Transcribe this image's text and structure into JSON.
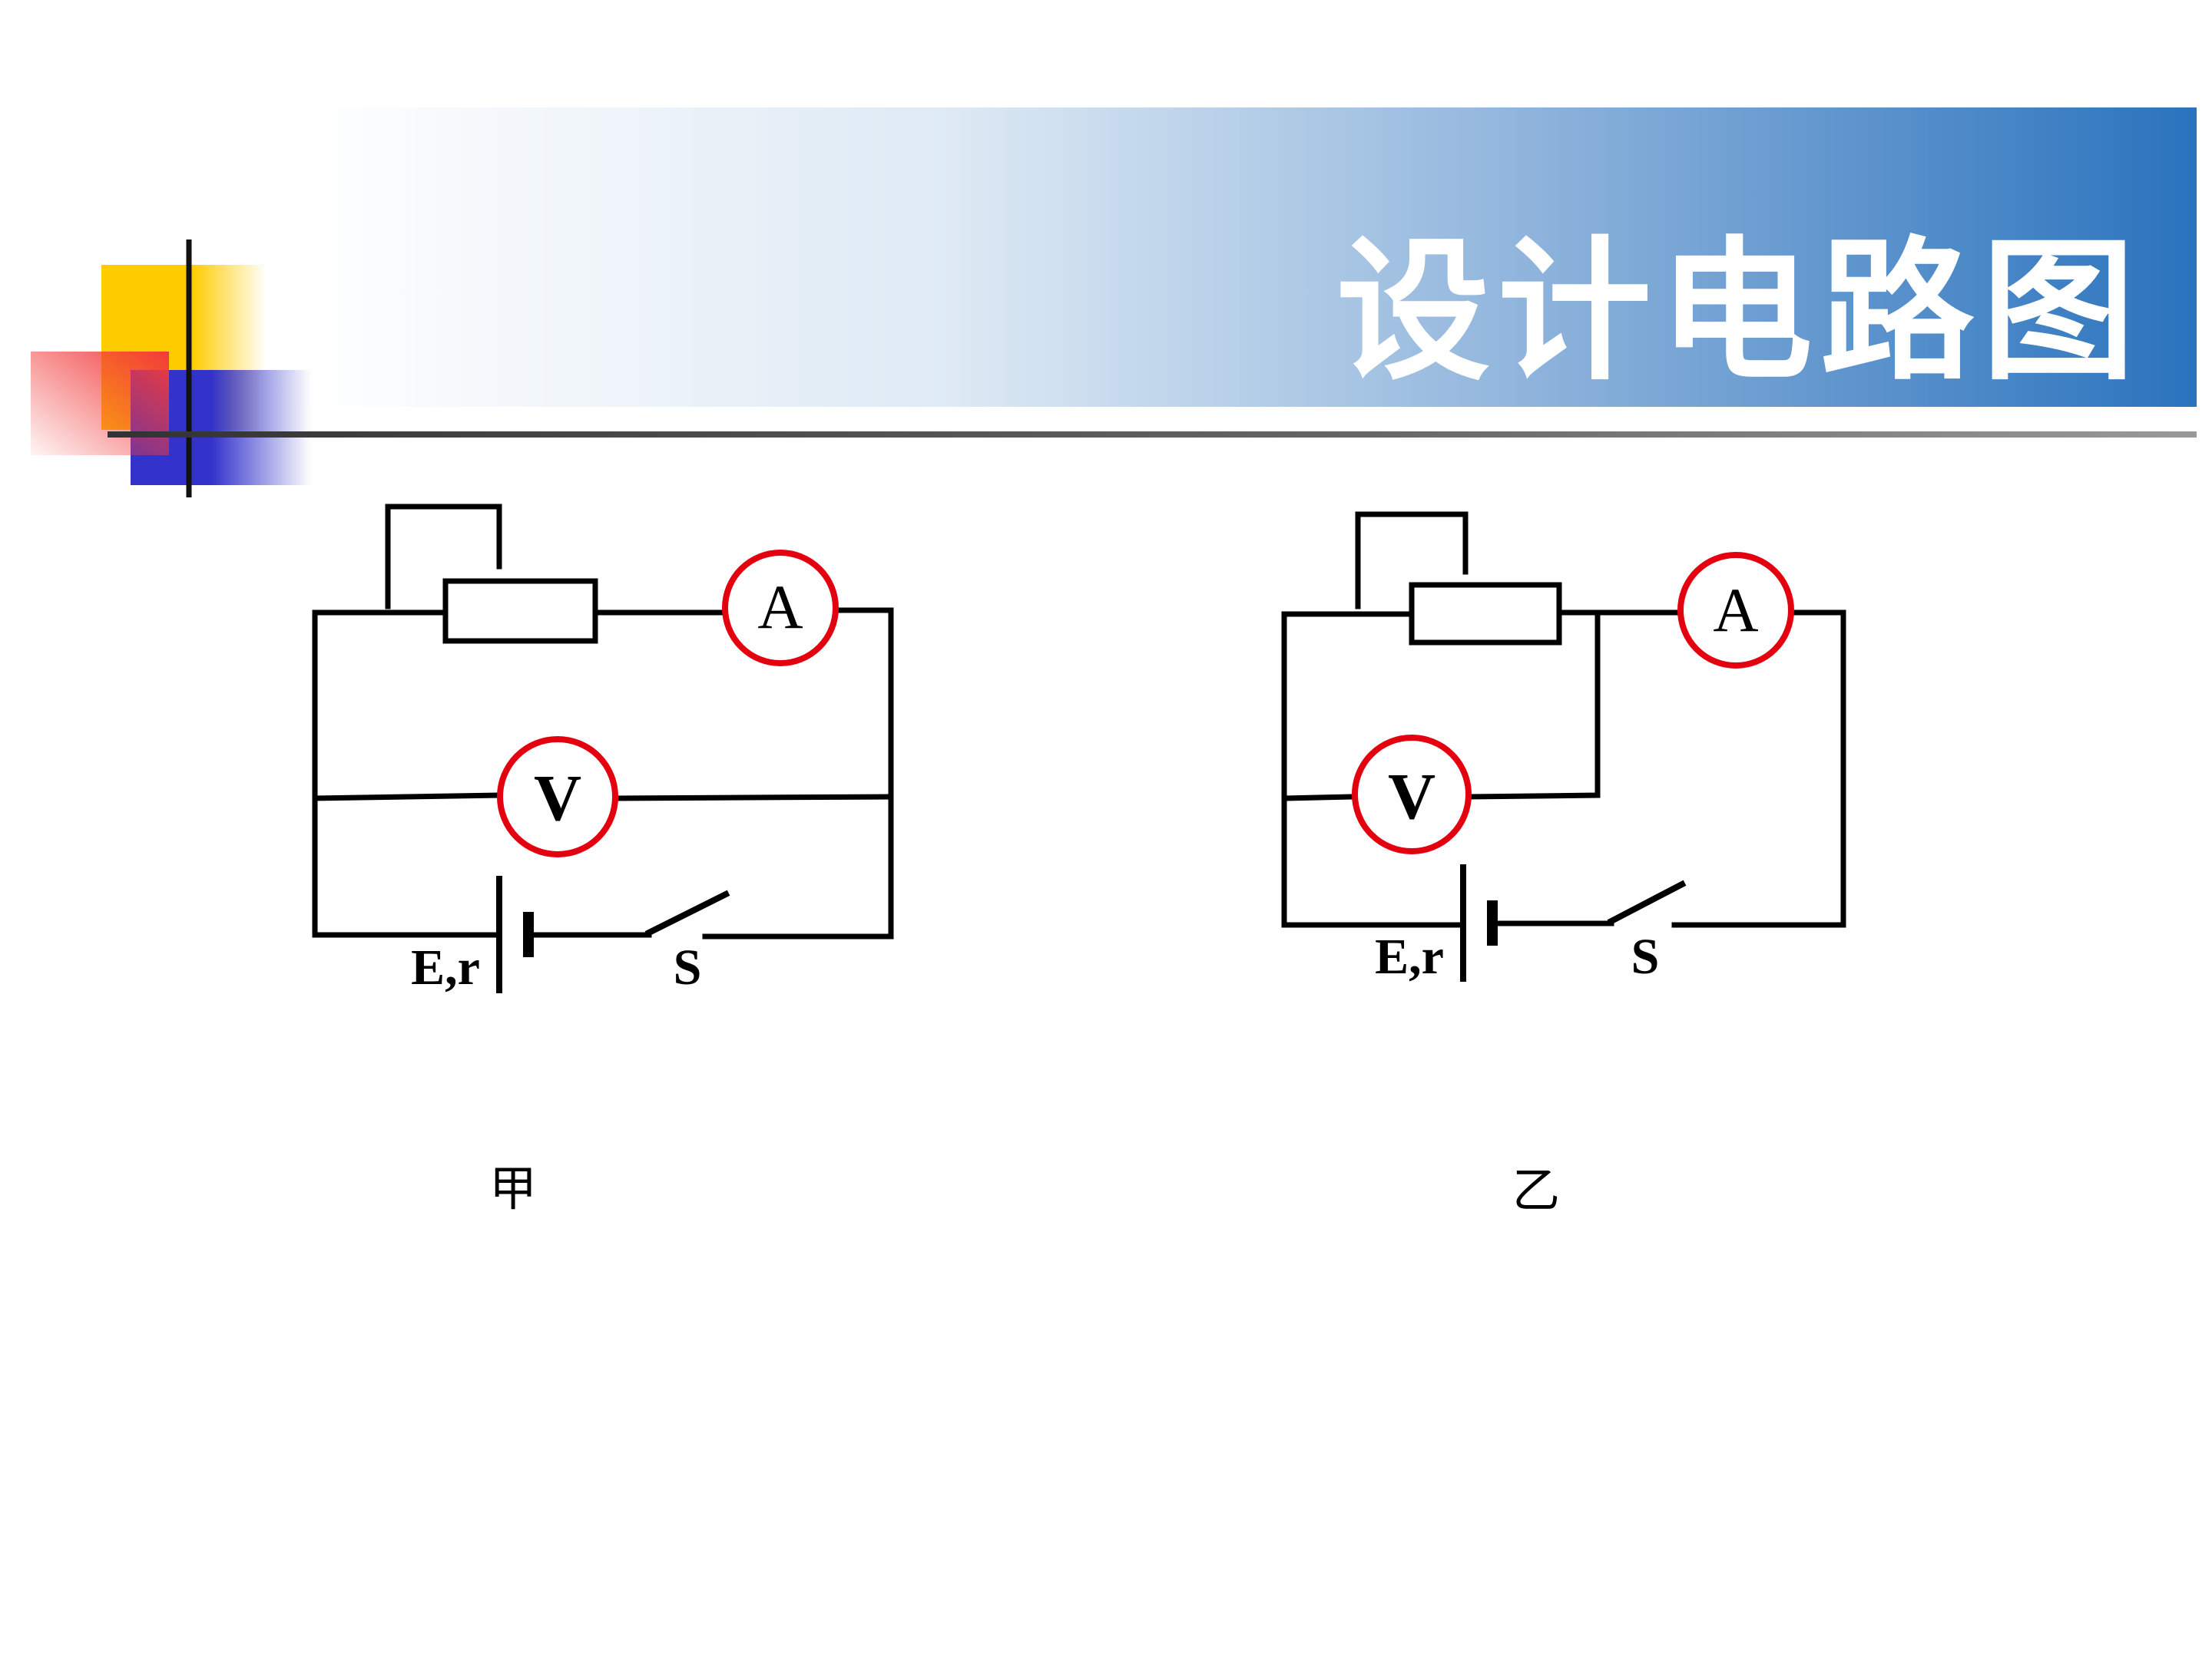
{
  "slide": {
    "title": "设计电路图"
  },
  "circuits": [
    {
      "caption": "甲",
      "ammeter_label": "A",
      "voltmeter_label": "V",
      "battery_label": "E,r",
      "switch_label": "S"
    },
    {
      "caption": "乙",
      "ammeter_label": "A",
      "voltmeter_label": "V",
      "battery_label": "E,r",
      "switch_label": "S"
    }
  ],
  "colors": {
    "banner_start": "#ffffff",
    "banner_end": "#2a73bd",
    "meter_ring": "#e3000f",
    "wire": "#000000",
    "deco_yellow": "#ffcc00",
    "deco_red": "#f23a3a",
    "deco_blue": "#3333cc",
    "rule_line": "#555555"
  }
}
